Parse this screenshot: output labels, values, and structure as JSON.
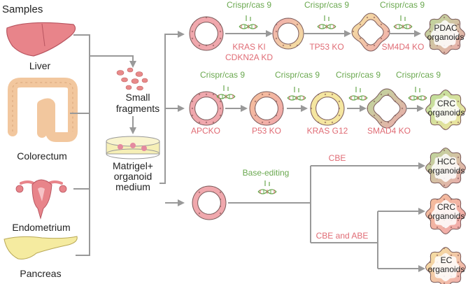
{
  "samples": {
    "title": "Samples",
    "items": [
      {
        "label": "Liver",
        "color": "#e8848a"
      },
      {
        "label": "Colorectum",
        "color": "#f2c79e"
      },
      {
        "label": "Endometrium",
        "color": "#e8848a"
      },
      {
        "label": "Pancreas",
        "color": "#f5eba0"
      }
    ]
  },
  "process": {
    "fragments_line1": "Small",
    "fragments_line2": "fragments",
    "medium_line1": "Matrigel+",
    "medium_line2": "organoid",
    "medium_line3": "medium"
  },
  "colors": {
    "line": "#999999",
    "edit_text": "#6aa84f",
    "gene_text": "#e06c75",
    "pink": "#f0a8ad",
    "yellow": "#f5e6a0",
    "green": "#b8dc9a",
    "orange": "#f5c09a"
  },
  "row1": {
    "tools": [
      "Crispr/cas 9",
      "Crispr/cas 9",
      "Crispr/cas 9"
    ],
    "edits": [
      "KRAS KI",
      "CDKN2A KD",
      "TP53 KO",
      "SM4D4 KO"
    ],
    "result_line1": "PDAC",
    "result_line2": "organoids"
  },
  "row2": {
    "tools": [
      "Crispr/cas 9",
      "Crispr/cas 9",
      "Crispr/cas 9",
      "Crispr/cas 9"
    ],
    "edits": [
      "APCKO",
      "P53 KO",
      "KRAS G12",
      "SMAD4 KO"
    ],
    "result_line1": "CRC",
    "result_line2": "organoids"
  },
  "row3": {
    "tool": "Base-editing",
    "branch_top": "CBE",
    "branch_bottom": "CBE and ABE",
    "results": [
      {
        "line1": "HCC",
        "line2": "organoids"
      },
      {
        "line1": "CRC",
        "line2": "organoids"
      },
      {
        "line1": "EC",
        "line2": "organoids"
      }
    ]
  }
}
